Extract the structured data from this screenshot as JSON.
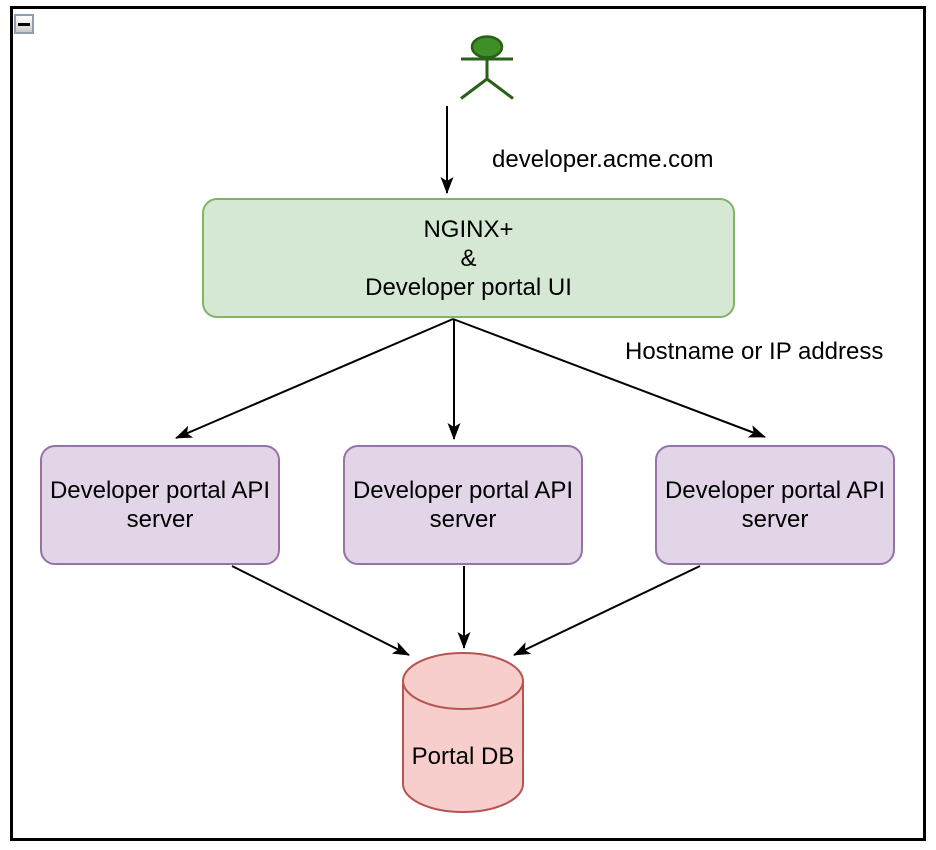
{
  "viewer": {
    "collapse_button_icon": "minus-icon"
  },
  "diagram": {
    "actor_icon": "stick-figure-user",
    "edge_labels": {
      "user_to_gateway": "developer.acme.com",
      "gateway_to_servers": "Hostname or IP address"
    },
    "gateway_box": {
      "label": "NGINX+\n&\nDeveloper portal UI"
    },
    "api_server_boxes": [
      {
        "label": "Developer portal API\nserver"
      },
      {
        "label": "Developer portal API\nserver"
      },
      {
        "label": "Developer portal API\nserver"
      }
    ],
    "database": {
      "label": "Portal DB"
    },
    "colors": {
      "gateway_fill": "#d5e8d4",
      "gateway_stroke": "#82b366",
      "api_server_fill": "#e1d5e7",
      "api_server_stroke": "#9673a6",
      "database_fill": "#f8cecc",
      "database_stroke": "#b85450",
      "actor_fill": "#3f8f28",
      "actor_stroke": "#2a5f17",
      "arrow": "#000000"
    }
  }
}
